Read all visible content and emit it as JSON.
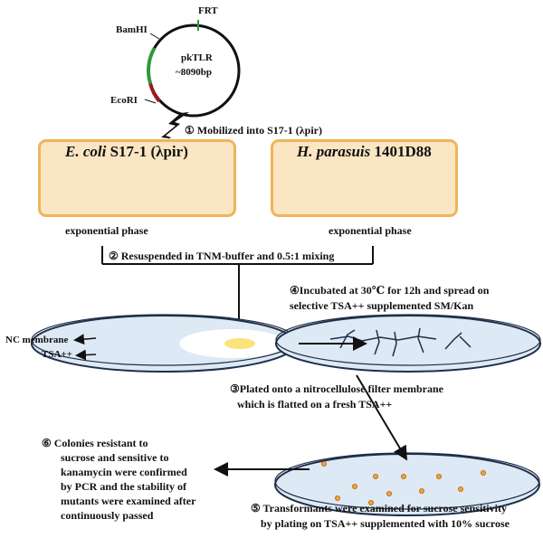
{
  "plasmid": {
    "name": "pkTLR",
    "size": "~8090bp",
    "sites": {
      "frt": "FRT",
      "bamhi": "BamHI",
      "ecori": "EcoRI"
    }
  },
  "steps": {
    "s1": "① Mobilized into S17-1 (λpir)",
    "s2": "② Resuspended in TNM-buffer and 0.5:1 mixing",
    "s3_line1": "③Plated onto a nitrocellulose filter membrane",
    "s3_line2": "which is flatted on a fresh TSA++",
    "s4_line1": "④Incubated at 30℃ for 12h and spread on",
    "s4_line2": "selective TSA++ supplemented SM/Kan",
    "s5_line1": "⑤ Transformants were examined for sucrose sensitivity",
    "s5_line2": "by plating on TSA++ supplemented with 10% sucrose",
    "s6_lines": [
      "⑥ Colonies resistant to",
      "sucrose and sensitive to",
      "kanamycin were confirmed",
      "by PCR and the stability of",
      "mutants were examined after",
      "continuously passed"
    ]
  },
  "strains": {
    "ecoli_species": "E. coli",
    "ecoli_strain": " S17-1 (λpir)",
    "hpara_species": "H. parasuis",
    "hpara_strain": " 1401D88"
  },
  "phase_label": "exponential phase",
  "dish_labels": {
    "nc_membrane": "NC membrane",
    "tsa": "TSA++"
  },
  "colors": {
    "box_fill": "#fae6c2",
    "box_border": "#f0b35c",
    "dna": "#2f74c0",
    "dish_fill": "#dde9f4",
    "dish_stroke": "#1f2f4a",
    "colony": "#f3a03a",
    "membrane": "#fbe27a",
    "plasmid_green": "#2e9a3a",
    "plasmid_red": "#9b1b1b"
  }
}
